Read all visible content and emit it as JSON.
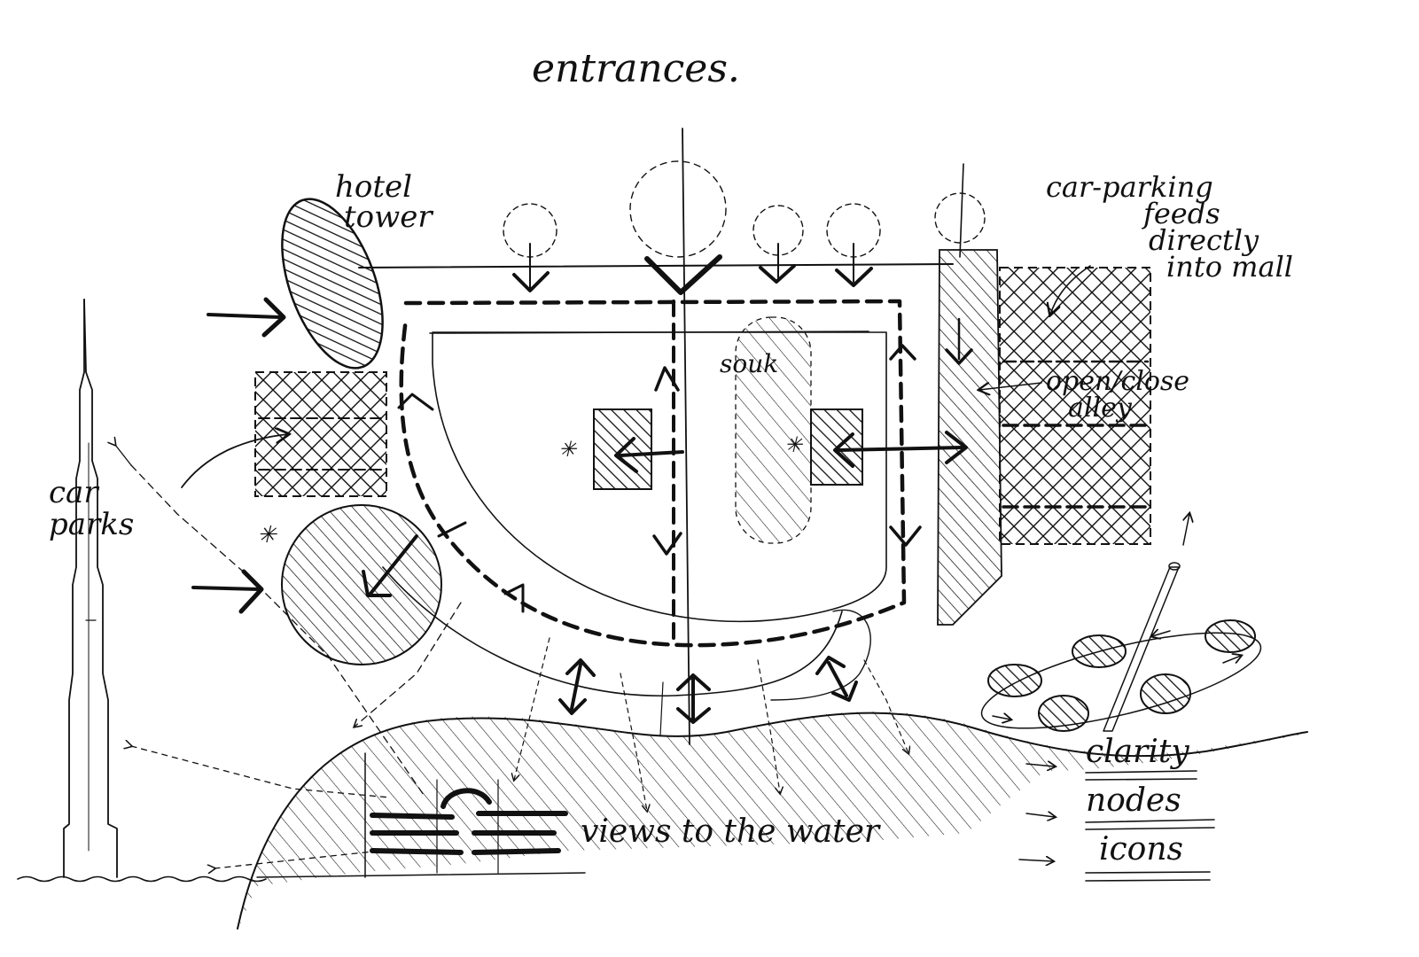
{
  "labels": {
    "title": "entrances.",
    "hotel_tower_1": "hotel",
    "hotel_tower_2": "tower",
    "car_parking_1": "car-parking",
    "car_parking_2": "feeds",
    "car_parking_3": "directly",
    "car_parking_4": "into mall",
    "open_close_1": "open/close",
    "open_close_2": "alley",
    "souk": "souk",
    "car_parks_1": "car",
    "car_parks_2": "parks",
    "views": "views to the water",
    "legend_clarity": "clarity",
    "legend_nodes": "nodes",
    "legend_icons": "icons"
  }
}
